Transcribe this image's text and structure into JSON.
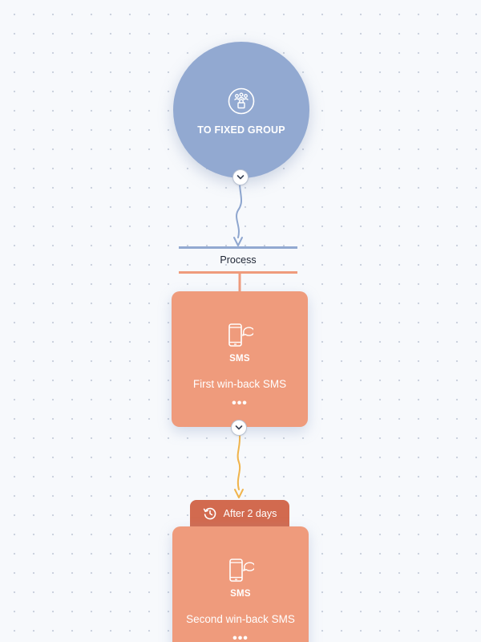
{
  "start_node": {
    "label": "TO FIXED GROUP",
    "icon": "locked-group-icon",
    "color": "#92a9d1"
  },
  "split": {
    "label": "Process"
  },
  "steps": [
    {
      "type": "SMS",
      "title": "First win-back SMS",
      "more": "•••",
      "icon": "phone-chat-icon"
    },
    {
      "type": "SMS",
      "title": "Second win-back SMS",
      "more": "•••",
      "icon": "phone-chat-icon"
    }
  ],
  "delay": {
    "label": "After 2 days",
    "icon": "history-clock-icon"
  },
  "colors": {
    "start": "#92a9d1",
    "sms": "#ef9b7c",
    "delay": "#d26a4f",
    "connector_blue": "#8ea6cf",
    "connector_yellow": "#f0b44c"
  }
}
